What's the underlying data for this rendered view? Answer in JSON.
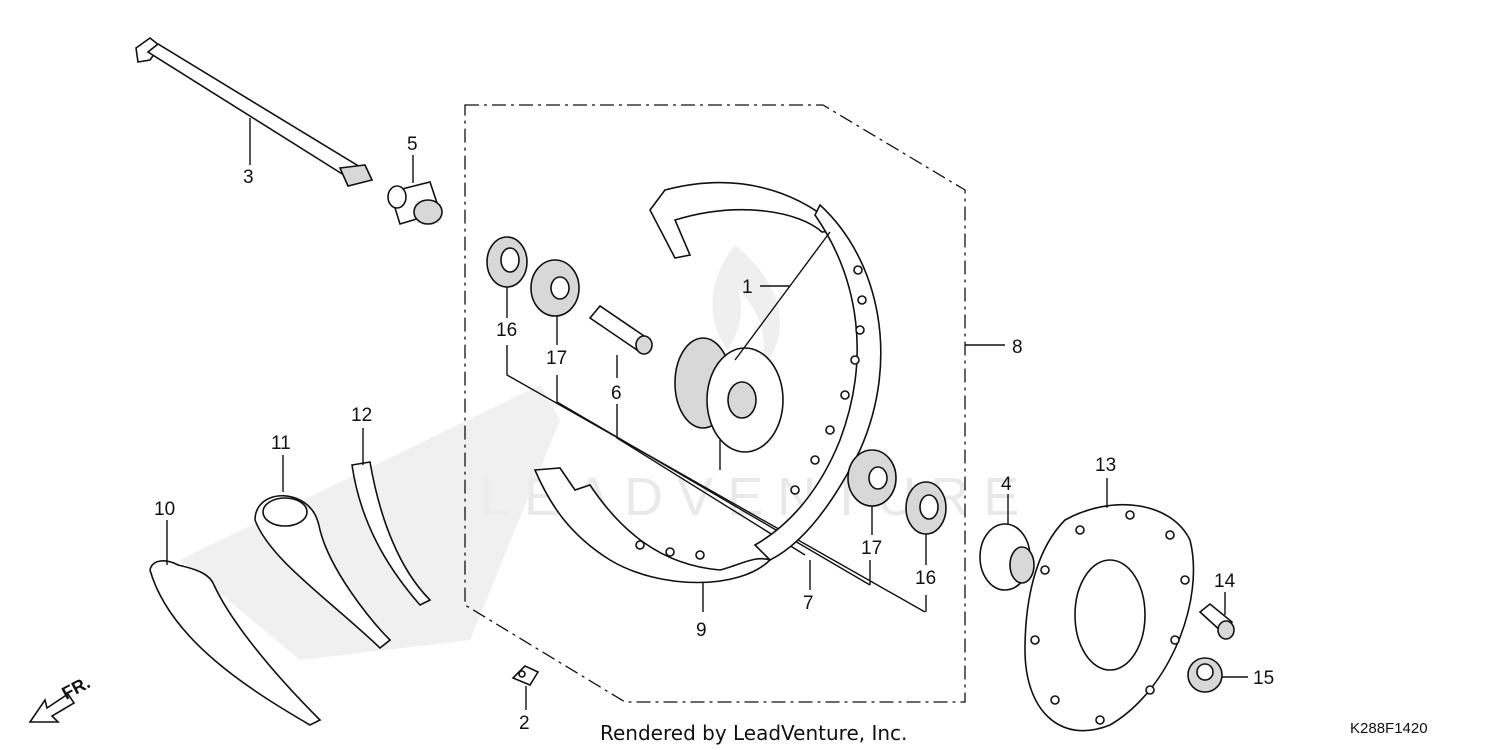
{
  "diagram": {
    "callouts": [
      {
        "id": "1",
        "label": "1"
      },
      {
        "id": "2",
        "label": "2"
      },
      {
        "id": "3",
        "label": "3"
      },
      {
        "id": "4",
        "label": "4"
      },
      {
        "id": "5",
        "label": "5"
      },
      {
        "id": "6",
        "label": "6"
      },
      {
        "id": "7",
        "label": "7"
      },
      {
        "id": "8",
        "label": "8"
      },
      {
        "id": "9",
        "label": "9"
      },
      {
        "id": "10",
        "label": "10"
      },
      {
        "id": "11",
        "label": "11"
      },
      {
        "id": "12",
        "label": "12"
      },
      {
        "id": "13",
        "label": "13"
      },
      {
        "id": "14",
        "label": "14"
      },
      {
        "id": "15",
        "label": "15"
      },
      {
        "id": "16a",
        "label": "16"
      },
      {
        "id": "16b",
        "label": "16"
      },
      {
        "id": "17a",
        "label": "17"
      },
      {
        "id": "17b",
        "label": "17"
      }
    ],
    "direction_label": "FR.",
    "watermark": "LEADVENTURE",
    "footer": "Rendered by LeadVenture, Inc.",
    "diagram_code": "K288F1420"
  }
}
